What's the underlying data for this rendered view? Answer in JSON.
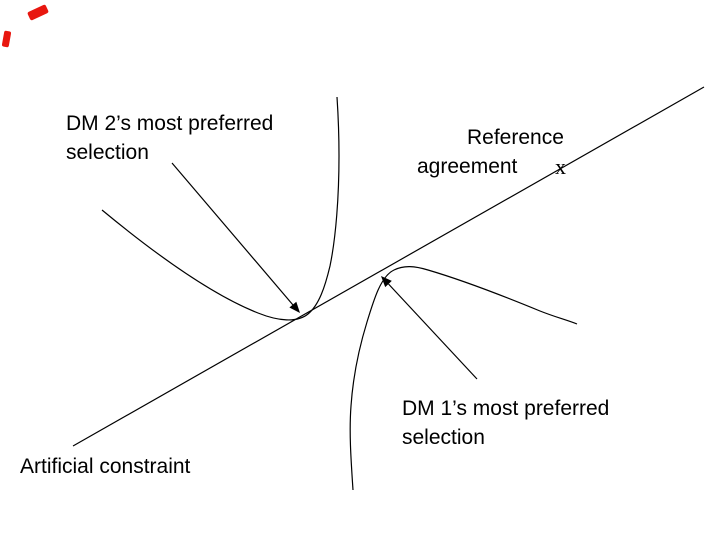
{
  "diagram": {
    "background_color": "#ffffff",
    "line_color": "#000000",
    "corner_mark_color": "#e8170f",
    "labels": {
      "dm2_selection": {
        "line1": "DM 2’s most preferred",
        "line2": "selection"
      },
      "reference_agreement": {
        "line1": "Reference",
        "line2": "agreement",
        "marker": "x"
      },
      "dm1_selection": {
        "line1": "DM 1’s most preferred",
        "line2": "selection"
      },
      "artificial_constraint": "Artificial constraint"
    }
  }
}
